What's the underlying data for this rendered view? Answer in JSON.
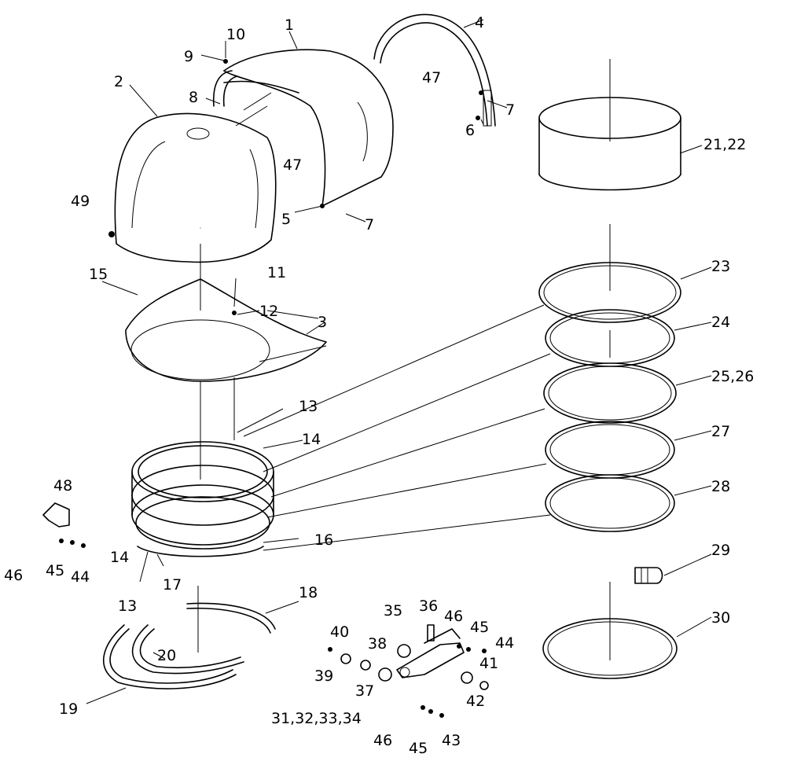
{
  "labels": {
    "l1": "1",
    "l2": "2",
    "l3": "3",
    "l4": "4",
    "l5": "5",
    "l6": "6",
    "l7a": "7",
    "l7b": "7",
    "l8": "8",
    "l9": "9",
    "l10": "10",
    "l11": "11",
    "l12": "12",
    "l13a": "13",
    "l13b": "13",
    "l14a": "14",
    "l14b": "14",
    "l15": "15",
    "l16": "16",
    "l17": "17",
    "l18": "18",
    "l19": "19",
    "l20": "20",
    "l2122": "21,22",
    "l23": "23",
    "l24": "24",
    "l2526": "25,26",
    "l27": "27",
    "l28": "28",
    "l29": "29",
    "l30": "30",
    "l31_34": "31,32,33,34",
    "l35": "35",
    "l36": "36",
    "l37": "37",
    "l38": "38",
    "l39": "39",
    "l40": "40",
    "l41": "41",
    "l42": "42",
    "l43": "43",
    "l44a": "44",
    "l44b": "44",
    "l45a": "45",
    "l45b": "45",
    "l45c": "45",
    "l46a": "46",
    "l46b": "46",
    "l46c": "46",
    "l47a": "47",
    "l47b": "47",
    "l48": "48",
    "l49": "49"
  }
}
